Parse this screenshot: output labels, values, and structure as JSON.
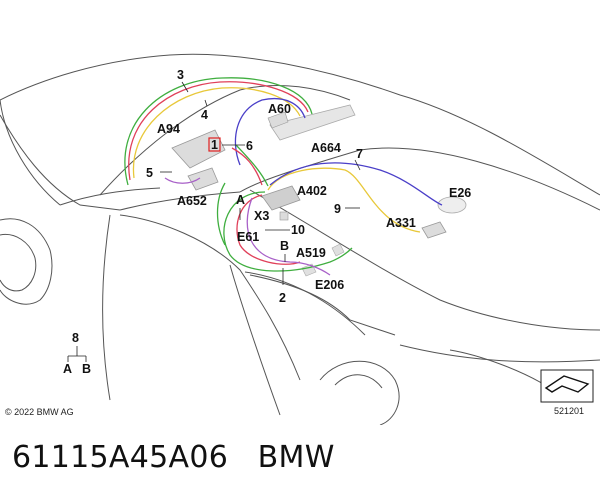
{
  "labels": {
    "l3": "3",
    "l4": "4",
    "l5": "5",
    "l6": "6",
    "l1": "1",
    "l7": "7",
    "l9": "9",
    "l10": "10",
    "l2": "2",
    "l8": "8",
    "a94": "A94",
    "a60": "A60",
    "a664": "A664",
    "a652": "A652",
    "a402": "A402",
    "x3": "X3",
    "e61": "E61",
    "a519": "A519",
    "e206": "E206",
    "e26": "E26",
    "a331": "A331",
    "a": "A",
    "b": "B",
    "a_key": "A",
    "b_key": "B"
  },
  "copyright": "© 2022 BMW AG",
  "diagram_number": "521201",
  "caption": "61115A45A06   BMW",
  "colors": {
    "wire_red": "#e0405a",
    "wire_green": "#3fae3f",
    "wire_blue": "#4a3fc8",
    "wire_yellow": "#e8c83a",
    "wire_purple": "#a860c8",
    "highlight": "#e02020"
  }
}
